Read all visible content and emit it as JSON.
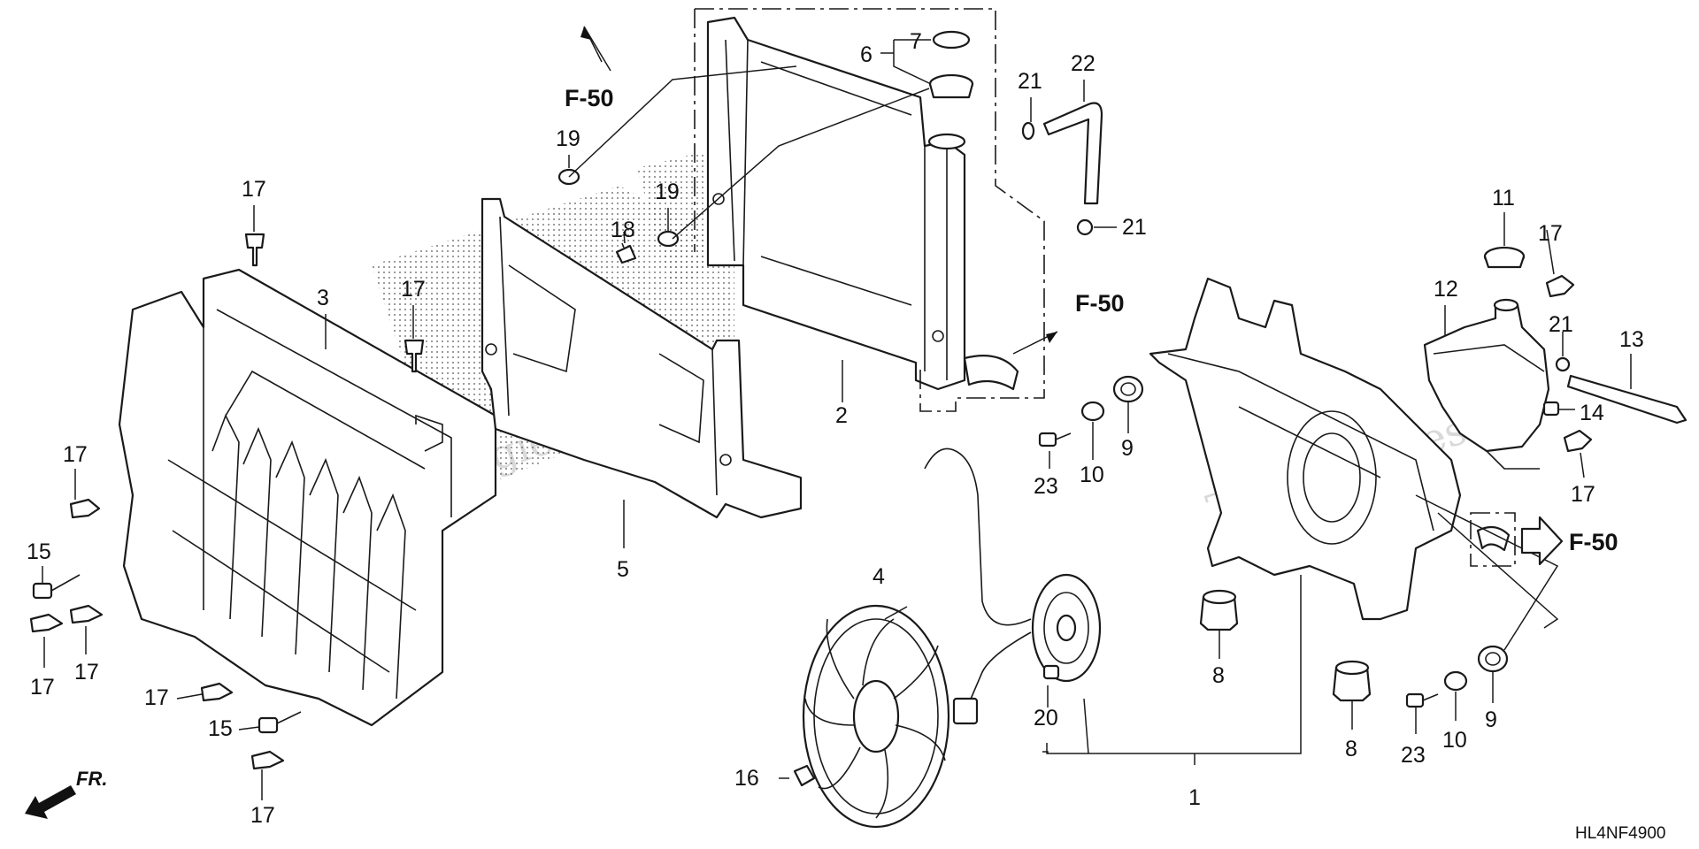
{
  "diagram_code": "HL4NF4900",
  "front_label": "FR.",
  "reference_label": "F-50",
  "callouts": {
    "c1": "1",
    "c2": "2",
    "c3": "3",
    "c4": "4",
    "c5": "5",
    "c6": "6",
    "c7": "7",
    "c8": "8",
    "c9": "9",
    "c10": "10",
    "c11": "11",
    "c12": "12",
    "c13": "13",
    "c14": "14",
    "c15": "15",
    "c16": "16",
    "c17": "17",
    "c18": "18",
    "c19": "19",
    "c20": "20",
    "c21": "21",
    "c22": "22",
    "c23": "23"
  },
  "watermark": {
    "line1": "vNext",
    "line2": "Technologies"
  }
}
